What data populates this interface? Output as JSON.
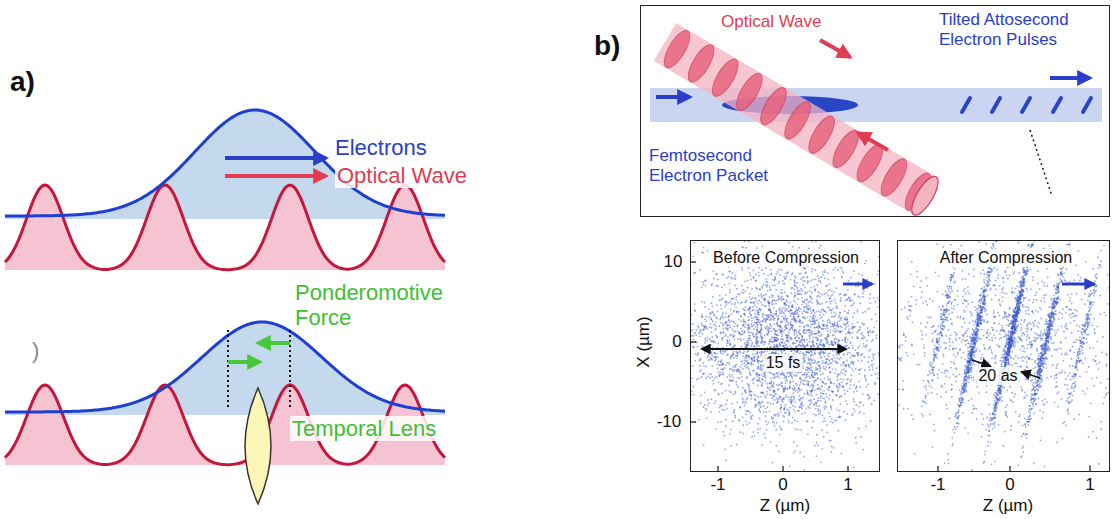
{
  "diagram": {
    "nodes": [
      {
        "text": [
          "Optical Wave",
          "Tilted Attosecond Electron Pulses",
          "Femtosecond Electron Packet"
        ]
      },
      {
        "text": [
          "Before Compression",
          "15 fs"
        ]
      },
      {
        "text": [
          "After Compression",
          "20 as"
        ]
      }
    ],
    "labels": [
      "a)",
      "Electrons",
      "Optical Wave",
      ")",
      "Ponderomotive Force",
      "Temporal Lens",
      "b)",
      "10",
      "0",
      "-10",
      "X (µm)",
      "-1",
      "0",
      "1",
      "Z (µm)",
      "-1",
      "0",
      "1",
      "Z (µm)"
    ]
  }
}
